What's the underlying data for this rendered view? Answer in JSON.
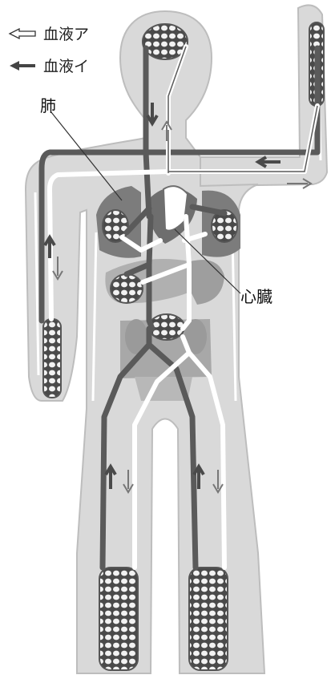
{
  "legend": {
    "blood_a": "血液ア",
    "blood_i": "血液イ"
  },
  "labels": {
    "lung": "肺",
    "heart": "心臓"
  },
  "colors": {
    "body": "#d9d9d9",
    "body_outline": "#b8b8b8",
    "inner_edge": "#ffffff",
    "organ": "#a9a9a9",
    "organ_dark": "#6f6f6f",
    "vessel_dark": "#5a5a5a",
    "vessel_light": "#ffffff",
    "capillary": "#f2f2f2"
  }
}
